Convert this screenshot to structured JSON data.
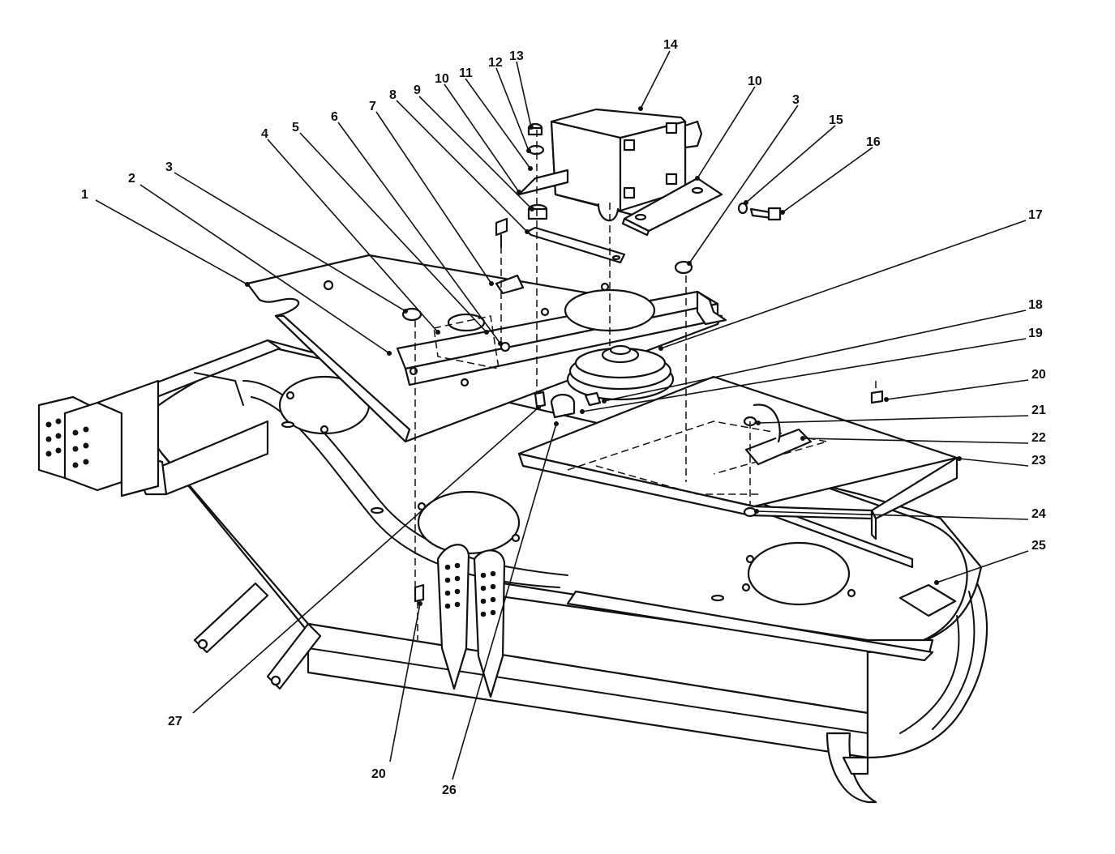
{
  "callouts": [
    {
      "id": "c1",
      "label": "1"
    },
    {
      "id": "c2",
      "label": "2"
    },
    {
      "id": "c3a",
      "label": "3"
    },
    {
      "id": "c4",
      "label": "4"
    },
    {
      "id": "c5",
      "label": "5"
    },
    {
      "id": "c6",
      "label": "6"
    },
    {
      "id": "c7",
      "label": "7"
    },
    {
      "id": "c8",
      "label": "8"
    },
    {
      "id": "c9",
      "label": "9"
    },
    {
      "id": "c10a",
      "label": "10"
    },
    {
      "id": "c11",
      "label": "11"
    },
    {
      "id": "c12",
      "label": "12"
    },
    {
      "id": "c13",
      "label": "13"
    },
    {
      "id": "c14",
      "label": "14"
    },
    {
      "id": "c10b",
      "label": "10"
    },
    {
      "id": "c3b",
      "label": "3"
    },
    {
      "id": "c15",
      "label": "15"
    },
    {
      "id": "c16",
      "label": "16"
    },
    {
      "id": "c17",
      "label": "17"
    },
    {
      "id": "c18",
      "label": "18"
    },
    {
      "id": "c19",
      "label": "19"
    },
    {
      "id": "c20a",
      "label": "20"
    },
    {
      "id": "c21",
      "label": "21"
    },
    {
      "id": "c22",
      "label": "22"
    },
    {
      "id": "c23",
      "label": "23"
    },
    {
      "id": "c24",
      "label": "24"
    },
    {
      "id": "c25",
      "label": "25"
    },
    {
      "id": "c27",
      "label": "27"
    },
    {
      "id": "c20b",
      "label": "20"
    },
    {
      "id": "c26",
      "label": "26"
    }
  ]
}
